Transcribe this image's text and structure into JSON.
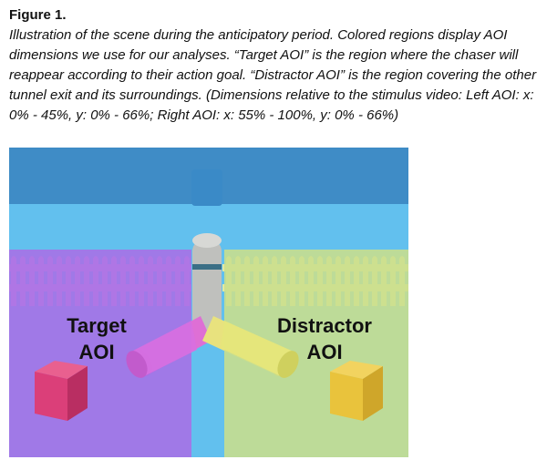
{
  "figure": {
    "label": "Figure 1.",
    "caption": "Illustration of the scene during the anticipatory period. Colored regions display AOI dimensions we use for our analyses. “Target AOI” is the region where the chaser will reappear according to their action goal. “Distractor AOI” is the region covering the other tunnel exit and its surroundings. (Dimensions relative to the stimulus video: Left AOI: x: 0% - 45%, y: 0% - 66%; Right AOI: x: 55% - 100%, y: 0% - 66%)"
  },
  "illustration": {
    "target_aoi": {
      "line1": "Target",
      "line2": "AOI",
      "color": "#a96ee6"
    },
    "distractor_aoi": {
      "line1": "Distractor",
      "line2": "AOI",
      "color": "#c9de8c"
    },
    "colors": {
      "sky_dark": "#3f8cc6",
      "sky_light": "#62c0ee",
      "fence": "#d8a9df",
      "tunnel": "#bfc0bd",
      "tunnel_band": "#3b6f86",
      "pink_tube": "#de6fd5",
      "yellow_tube": "#e8e27e",
      "pink_cube": "#db3f79",
      "yellow_cube": "#e9c33c"
    }
  }
}
